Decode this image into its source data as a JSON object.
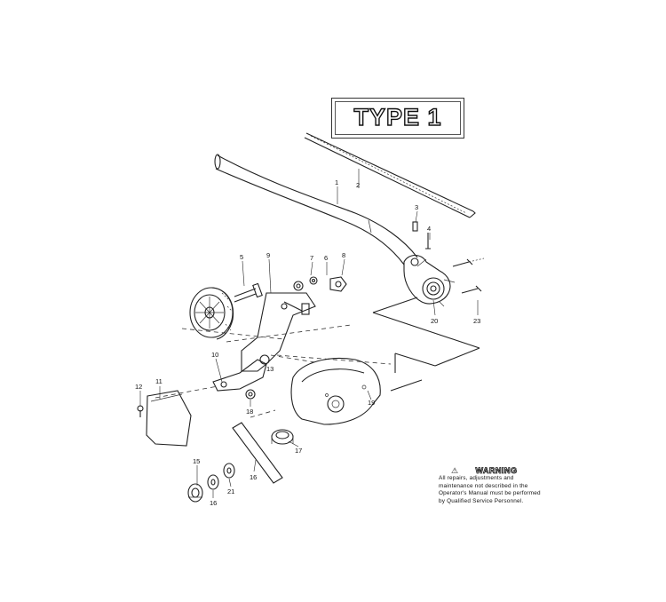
{
  "title": "TYPE 1",
  "warning": {
    "heading": "WARNING",
    "body": "All repairs, adjustments and maintenance not described in the Operator's Manual must be performed by Qualified Service Personnel."
  },
  "callouts": [
    "1",
    "2",
    "3",
    "4",
    "5",
    "6",
    "7",
    "8",
    "9",
    "10",
    "11",
    "12",
    "13",
    "15",
    "16",
    "17",
    "18",
    "19",
    "20",
    "21",
    "23",
    "16"
  ]
}
